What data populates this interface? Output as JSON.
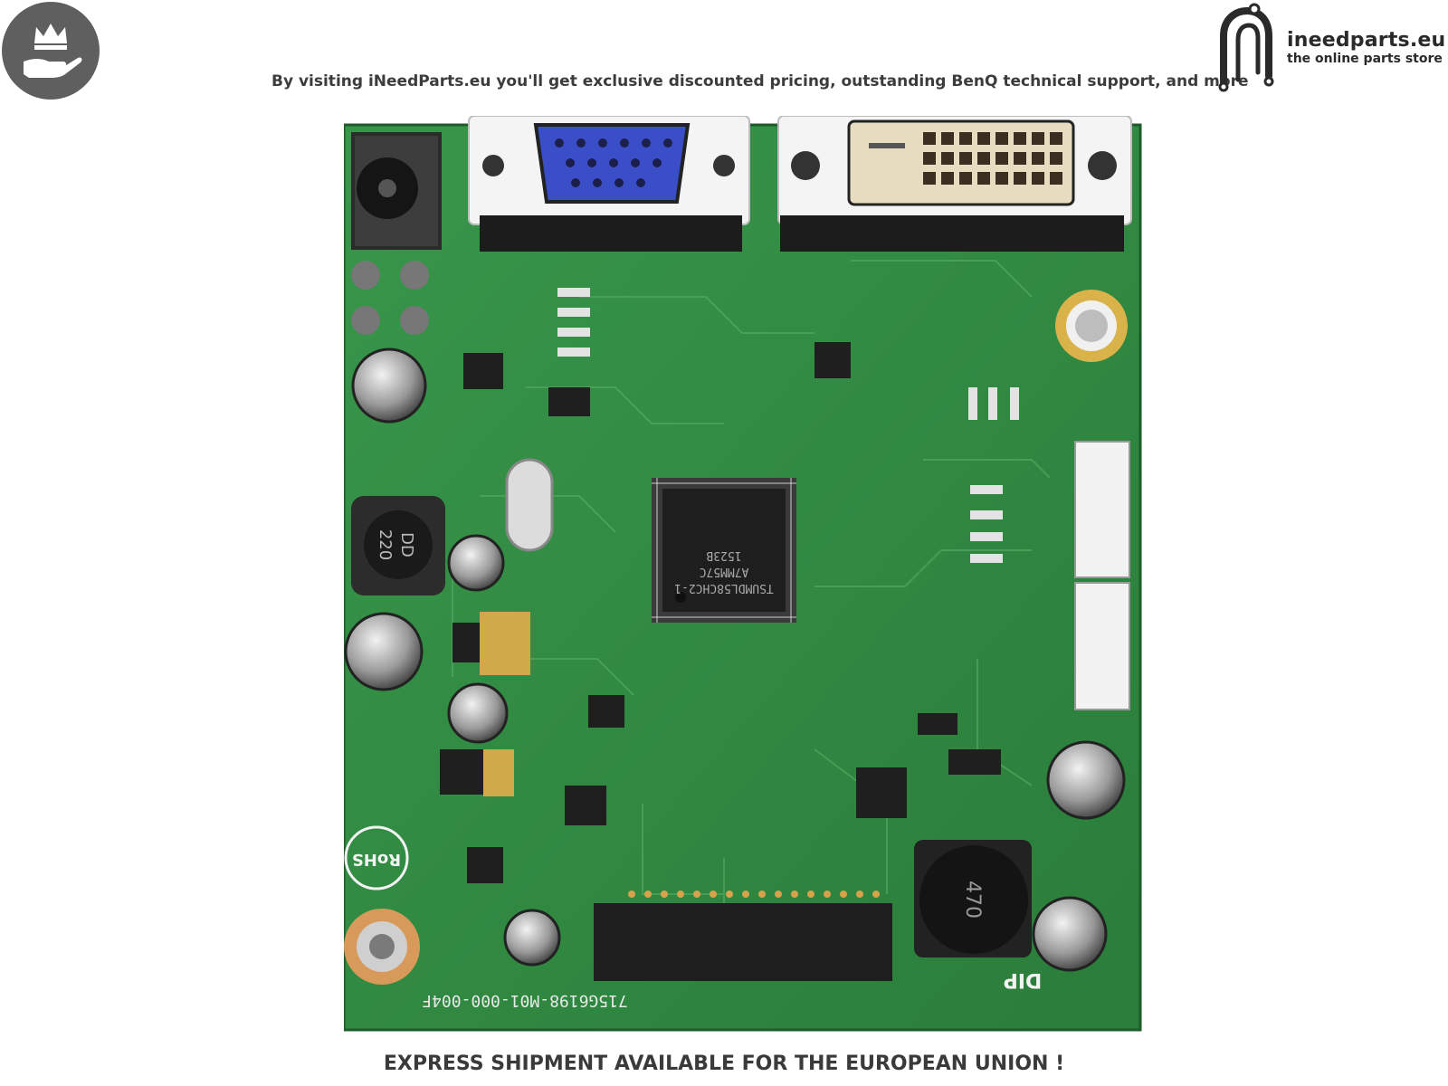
{
  "header": {
    "badge_icon": "crown-on-hand-icon",
    "tagline": "By visiting iNeedParts.eu you'll get exclusive discounted pricing, outstanding BenQ technical support, and more",
    "logo": {
      "name": "ineedparts.eu",
      "subtitle": "the online parts store",
      "icon": "circuit-n-logo-icon"
    }
  },
  "product_photo": {
    "type": "monitor main board (PCB)",
    "colors": {
      "pcb": "#2f8a3e",
      "pcb_dark": "#1f6a2c",
      "connector_blue": "#3a4fc7",
      "connector_cream": "#e8dcc0"
    },
    "chip_text": [
      "TSUMDL58CHC2-1",
      "A7MM57C",
      "1523B"
    ],
    "inductor_labels": [
      "DD 220",
      "470"
    ],
    "board_code": "715G6198-M01-000-004F",
    "markings": [
      "RoHS",
      "DIP"
    ]
  },
  "footer": {
    "notice": "EXPRESS SHIPMENT AVAILABLE FOR THE EUROPEAN UNION !"
  }
}
